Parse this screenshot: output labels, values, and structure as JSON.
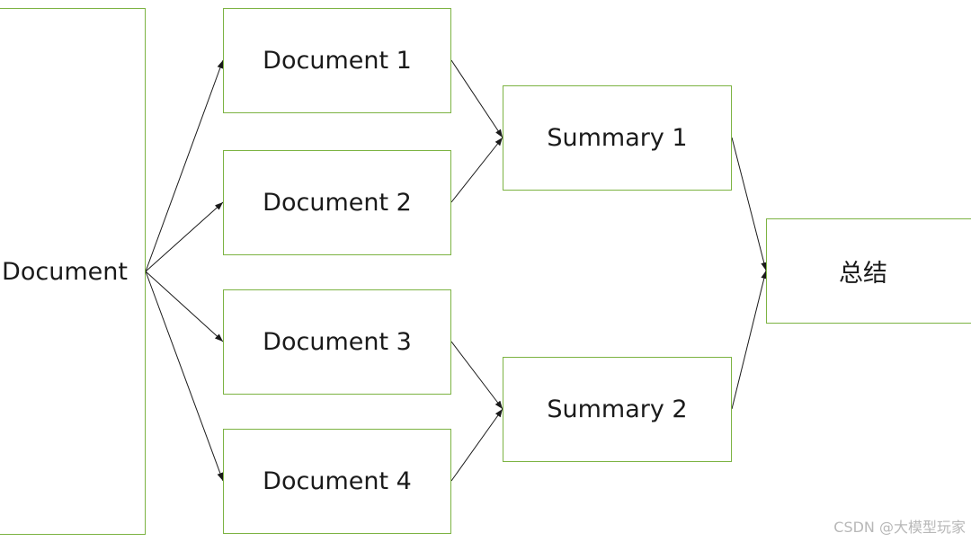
{
  "diagram": {
    "source_label": "Document",
    "documents": [
      "Document 1",
      "Document 2",
      "Document 3",
      "Document 4"
    ],
    "summaries": [
      "Summary 1",
      "Summary 2"
    ],
    "final_label": "总结",
    "box_border_color": "#7cb342",
    "arrow_color": "#1a1a1a"
  },
  "watermark": "CSDN @大模型玩家"
}
